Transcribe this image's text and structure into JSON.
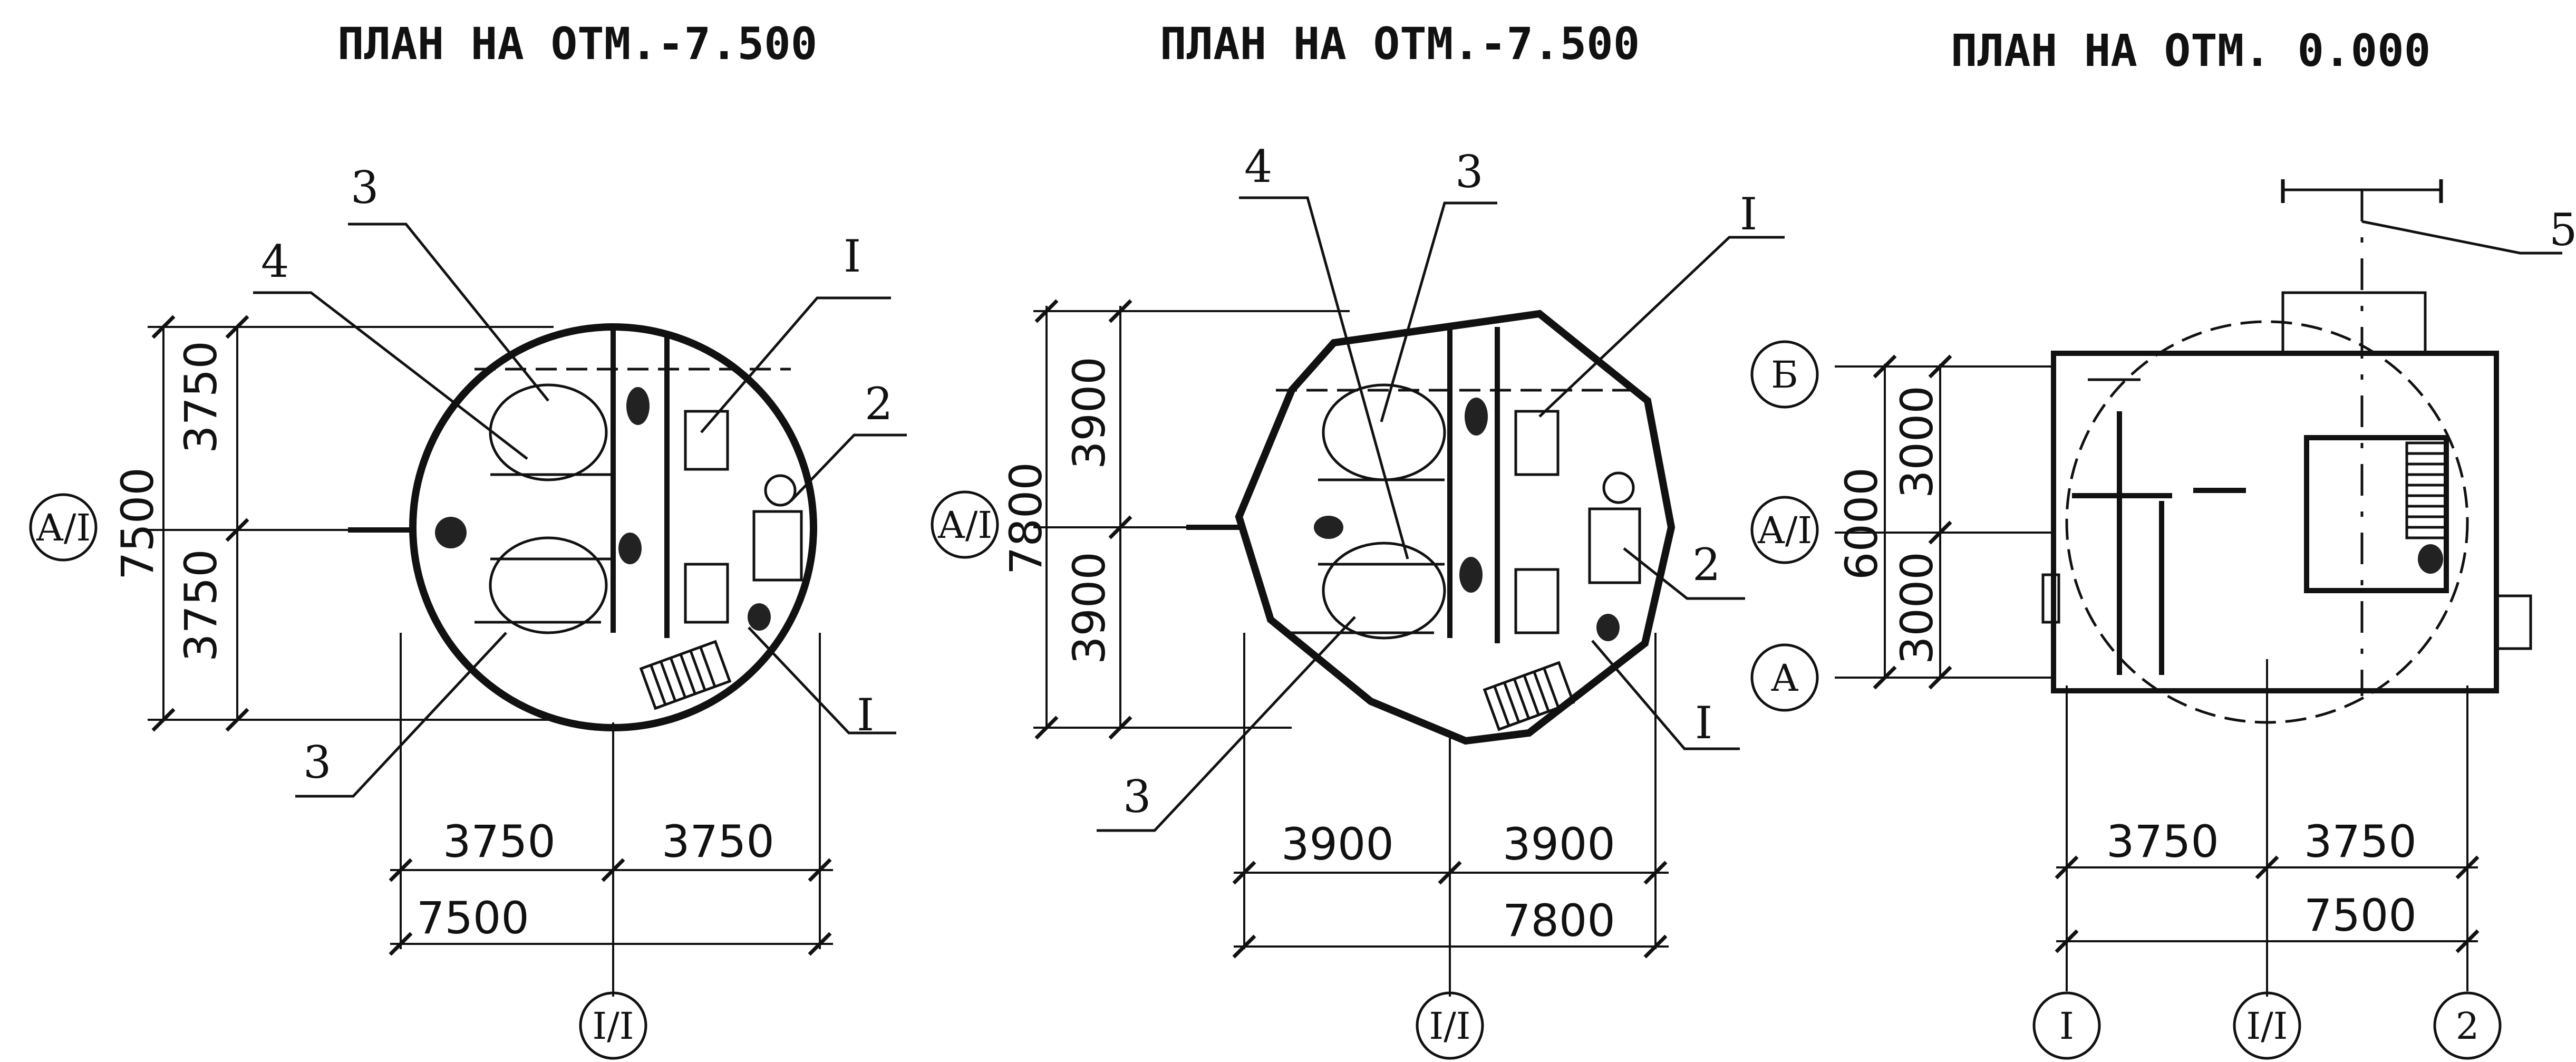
{
  "titles": {
    "plan1": "ПЛАН НА ОТМ.-7.500",
    "plan2": "ПЛАН НА ОТМ.-7.500",
    "plan3": "ПЛАН НА ОТМ. 0.000"
  },
  "plan1": {
    "axis_left": "А/I",
    "axis_bottom": "I/I",
    "dims_vertical": {
      "top": "3750",
      "bottom": "3750",
      "total": "7500"
    },
    "dims_horizontal": {
      "left": "3750",
      "right": "3750",
      "total": "7500"
    },
    "callouts": {
      "c3_top": "3",
      "c4": "4",
      "cI_top": "I",
      "c2": "2",
      "cI_bottom": "I",
      "c3_bottom": "3"
    }
  },
  "plan2": {
    "axis_left": "А/I",
    "axis_bottom": "I/I",
    "dims_vertical": {
      "top": "3900",
      "bottom": "3900",
      "total": "7800"
    },
    "dims_horizontal": {
      "left": "3900",
      "right": "3900",
      "total": "7800"
    },
    "callouts": {
      "c4": "4",
      "c3_top": "3",
      "cI_top": "I",
      "c2": "2",
      "cI_bottom": "I",
      "c3_bottom": "3"
    }
  },
  "plan3": {
    "axis_top": "Б",
    "axis_mid": "А/I",
    "axis_low": "А",
    "axes_bottom": [
      "I",
      "I/I",
      "2"
    ],
    "dims_vertical": {
      "top": "3000",
      "bottom": "3000",
      "total": "6000"
    },
    "dims_horizontal": {
      "left": "3750",
      "right": "3750",
      "total": "7500"
    },
    "callouts": {
      "c5": "5"
    }
  }
}
